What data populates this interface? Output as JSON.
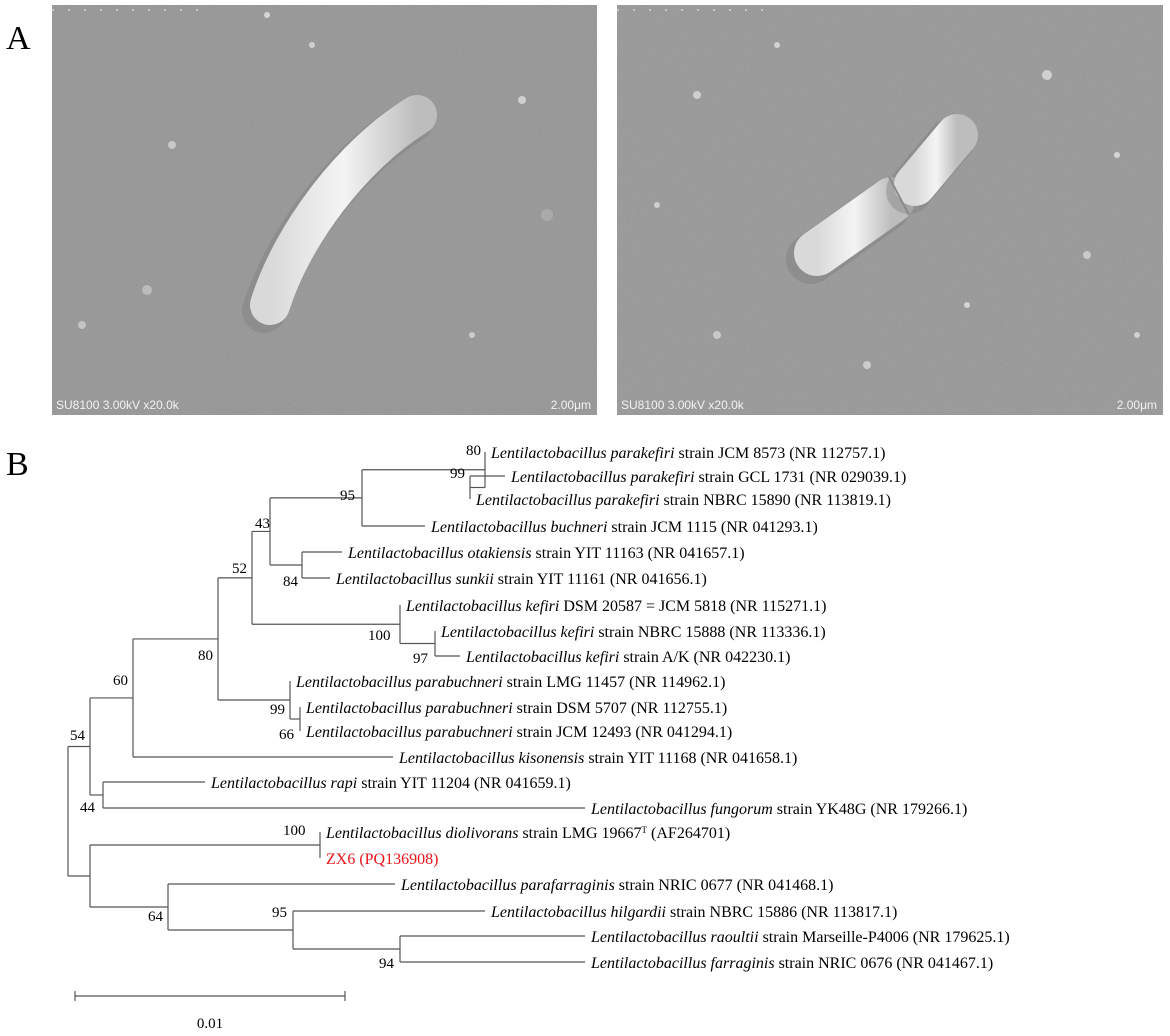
{
  "panel_a": {
    "letter": "A",
    "images": [
      {
        "info": "SU8100 3.00kV x20.0k",
        "scale": "2.00μm"
      },
      {
        "info": "SU8100 3.00kV x20.0k",
        "scale": "2.00μm"
      }
    ]
  },
  "panel_b": {
    "letter": "B",
    "scale_bar_label": "0.01",
    "highlight_color": "#e8141b",
    "taxa": [
      {
        "genus": "Lentilactobacillus",
        "epithet": "parakefiri",
        "rest": " strain JCM 8573 (NR 112757.1)"
      },
      {
        "genus": "Lentilactobacillus",
        "epithet": "parakefiri",
        "rest": " strain GCL 1731 (NR 029039.1)"
      },
      {
        "genus": "Lentilactobacillus",
        "epithet": "parakefiri",
        "rest": " strain NBRC 15890 (NR 113819.1)"
      },
      {
        "genus": "Lentilactobacillus",
        "epithet": "buchneri",
        "rest": " strain JCM 1115 (NR 041293.1)"
      },
      {
        "genus": "Lentilactobacillus",
        "epithet": "otakiensis",
        "rest": " strain YIT 11163 (NR 041657.1)"
      },
      {
        "genus": "Lentilactobacillus",
        "epithet": "sunkii",
        "rest": " strain YIT 11161 (NR 041656.1)"
      },
      {
        "genus": "Lentilactobacillus",
        "epithet": "kefiri",
        "rest": " DSM 20587 = JCM 5818 (NR 115271.1)"
      },
      {
        "genus": "Lentilactobacillus",
        "epithet": "kefiri",
        "rest": " strain NBRC 15888 (NR 113336.1)"
      },
      {
        "genus": "Lentilactobacillus",
        "epithet": "kefiri",
        "rest": " strain A/K (NR 042230.1)"
      },
      {
        "genus": "Lentilactobacillus",
        "epithet": "parabuchneri",
        "rest": " strain LMG 11457 (NR 114962.1)"
      },
      {
        "genus": "Lentilactobacillus",
        "epithet": "parabuchneri",
        "rest": " strain DSM 5707 (NR 112755.1)"
      },
      {
        "genus": "Lentilactobacillus",
        "epithet": "parabuchneri",
        "rest": " strain JCM 12493 (NR 041294.1)"
      },
      {
        "genus": "Lentilactobacillus",
        "epithet": "kisonensis",
        "rest": " strain YIT 11168 (NR 041658.1)"
      },
      {
        "genus": "Lentilactobacillus",
        "epithet": "rapi",
        "rest": " strain YIT 11204 (NR 041659.1)"
      },
      {
        "genus": "Lentilactobacillus",
        "epithet": "fungorum",
        "rest": " strain YK48G (NR 179266.1)"
      },
      {
        "genus": "Lentilactobacillus",
        "epithet": "diolivorans",
        "rest": " strain LMG 19667",
        "sup": "T",
        "tail": " (AF264701)"
      },
      {
        "plain": "ZX6 (PQ136908)",
        "highlight": true
      },
      {
        "genus": "Lentilactobacillus",
        "epithet": "parafarraginis",
        "rest": " strain NRIC 0677 (NR 041468.1)"
      },
      {
        "genus": "Lentilactobacillus",
        "epithet": "hilgardii",
        "rest": " strain NBRC 15886 (NR 113817.1)"
      },
      {
        "genus": "Lentilactobacillus",
        "epithet": "raoultii",
        "rest": " strain Marseille-P4006 (NR 179625.1)"
      },
      {
        "genus": "Lentilactobacillus",
        "epithet": "farraginis",
        "rest": " strain NRIC 0676 (NR 041467.1)"
      }
    ],
    "bootstrap_values": [
      "80",
      "99",
      "95",
      "43",
      "84",
      "52",
      "100",
      "97",
      "80",
      "99",
      "66",
      "60",
      "54",
      "44",
      "100",
      "64",
      "95",
      "94"
    ]
  }
}
